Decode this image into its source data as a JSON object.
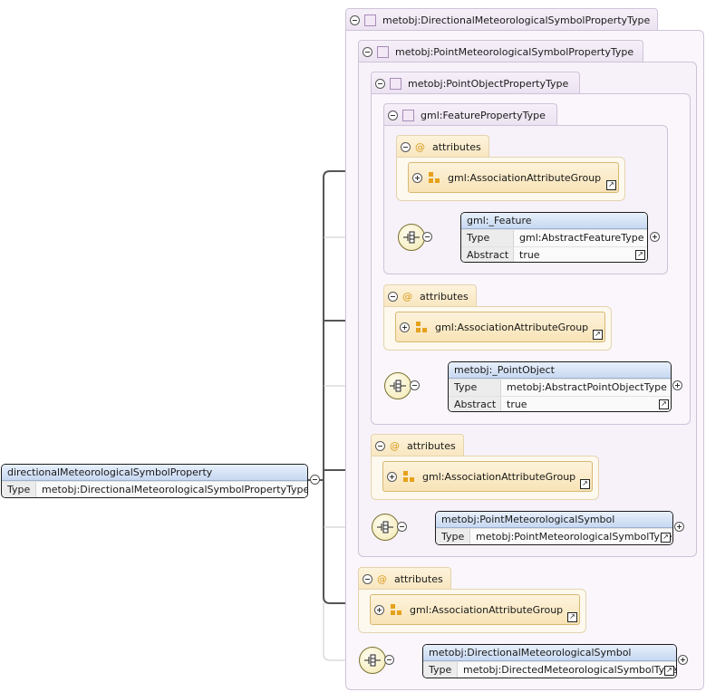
{
  "types": {
    "directional": "metobj:DirectionalMeteorologicalSymbolPropertyType",
    "point_meteo": "metobj:PointMeteorologicalSymbolPropertyType",
    "point_object": "metobj:PointObjectPropertyType",
    "feature": "gml:FeaturePropertyType"
  },
  "attributes": {
    "label": "attributes",
    "group_name": "gml:AssociationAttributeGroup"
  },
  "root_element": {
    "name": "directionalMeteorologicalSymbolProperty",
    "type_key": "Type",
    "type_value": "metobj:DirectionalMeteorologicalSymbolPropertyType"
  },
  "elements": {
    "feature": {
      "name": "gml:_Feature",
      "type_key": "Type",
      "type_value": "gml:AbstractFeatureType",
      "abstract_key": "Abstract",
      "abstract_value": "true"
    },
    "point_object": {
      "name": "metobj:_PointObject",
      "type_key": "Type",
      "type_value": "metobj:AbstractPointObjectType",
      "abstract_key": "Abstract",
      "abstract_value": "true"
    },
    "point_meteo": {
      "name": "metobj:PointMeteorologicalSymbol",
      "type_key": "Type",
      "type_value": "metobj:PointMeteorologicalSymbolType"
    },
    "directional_meteo": {
      "name": "metobj:DirectionalMeteorologicalSymbol",
      "type_key": "Type",
      "type_value": "metobj:DirectedMeteorologicalSymbolType"
    }
  },
  "icons": {
    "collapse": "minus-circle-icon",
    "expand": "plus-circle-icon",
    "complex_type": "complex-type-icon",
    "attribute": "at-sign-icon",
    "attribute_group": "attribute-group-icon",
    "sequence": "sequence-icon",
    "link": "link-arrow-icon"
  },
  "colors": {
    "type_border": "#cfc3d8",
    "attr_border": "#e5d3ae",
    "element_header": "#c7d8f1",
    "accent_orange": "#e6a11c"
  }
}
